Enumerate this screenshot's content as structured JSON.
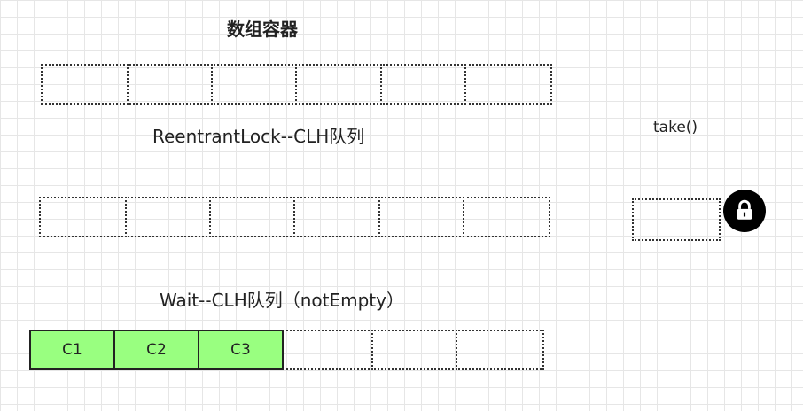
{
  "titles": {
    "array_container": "数组容器",
    "lock_queue": "ReentrantLock--CLH队列",
    "wait_queue": "Wait--CLH队列（notEmpty）",
    "take": "take()"
  },
  "array_row": [
    "",
    "",
    "",
    "",
    "",
    ""
  ],
  "lock_row": [
    "",
    "",
    "",
    "",
    "",
    ""
  ],
  "wait_row": [
    {
      "label": "C1",
      "filled": true
    },
    {
      "label": "C2",
      "filled": true
    },
    {
      "label": "C3",
      "filled": true
    },
    {
      "label": "",
      "filled": false
    },
    {
      "label": "",
      "filled": false
    },
    {
      "label": "",
      "filled": false
    }
  ],
  "colors": {
    "filled": "#99ff80",
    "lock_bg": "#000000"
  },
  "icons": {
    "lock": "lock-icon"
  }
}
